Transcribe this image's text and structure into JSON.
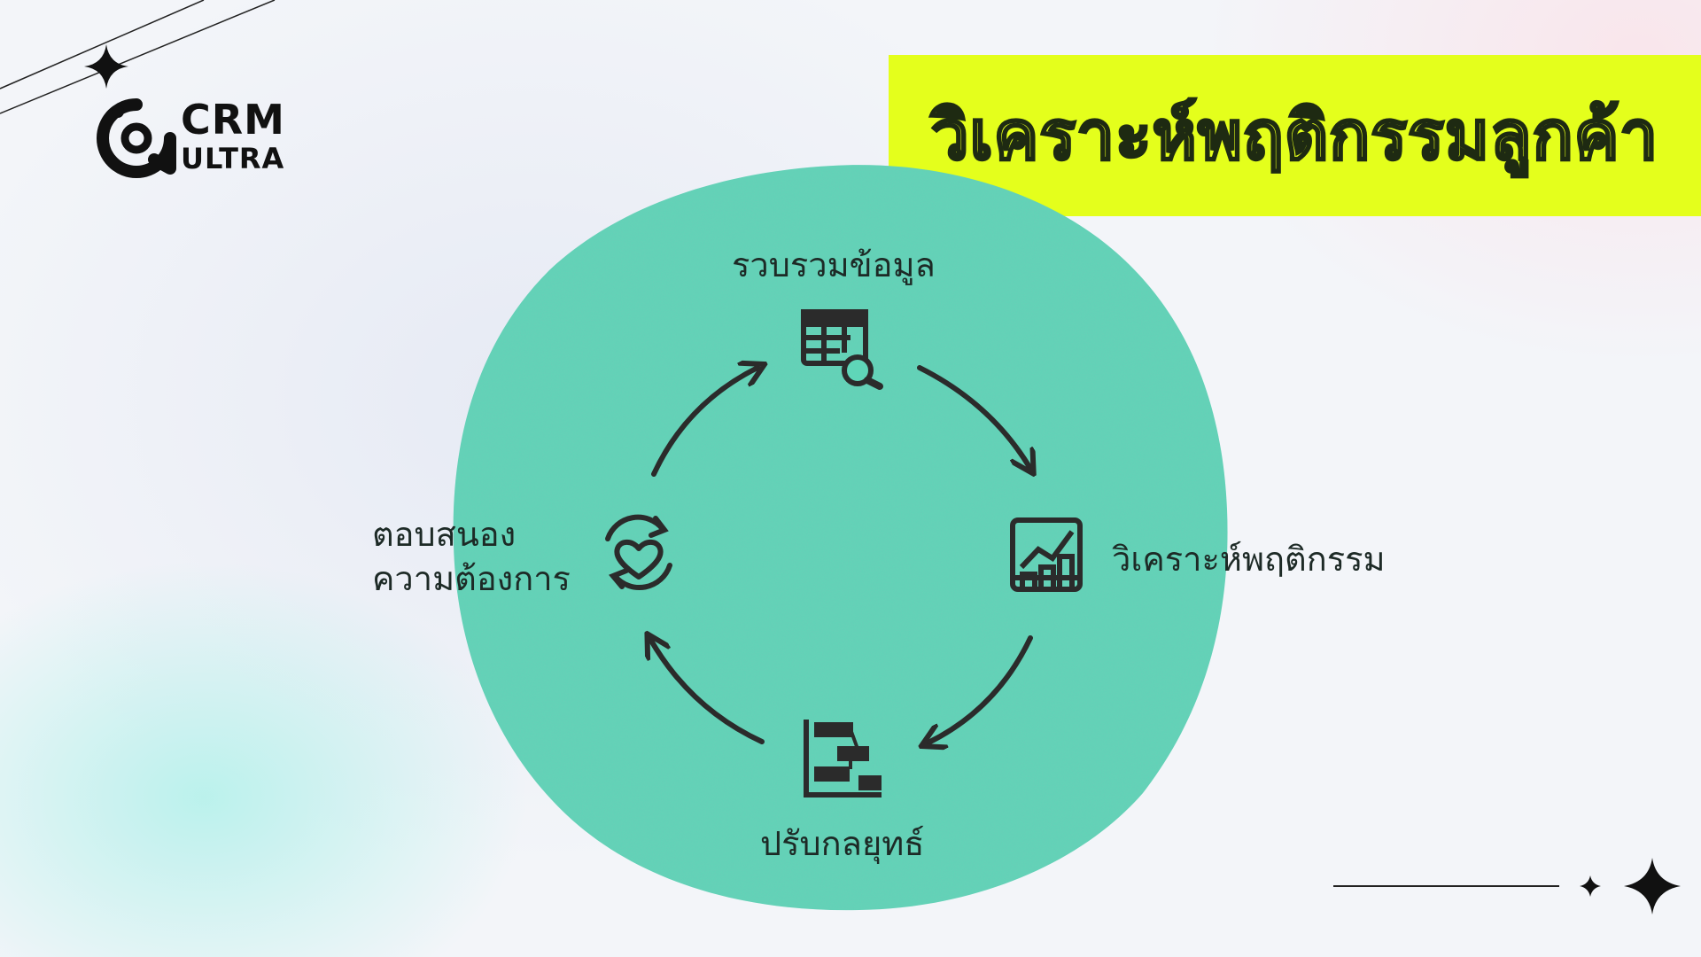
{
  "brand": {
    "line1": "CRM",
    "line2": "ULTRA"
  },
  "title": "วิเคราะห์พฤติกรรมลูกค้า",
  "colors": {
    "banner": "#e4ff1c",
    "blob": "#5fd6b8",
    "ink": "#1d2a26"
  },
  "cycle": [
    {
      "label": "รวบรวมข้อมูล",
      "icon": "table-search-icon"
    },
    {
      "label": "วิเคราะห์พฤติกรรม",
      "icon": "bar-chart-icon"
    },
    {
      "label": "ปรับกลยุทธ์",
      "icon": "gantt-chart-icon"
    },
    {
      "label_line1": "ตอบสนอง",
      "label_line2": "ความต้องการ",
      "icon": "heart-refresh-icon"
    }
  ]
}
